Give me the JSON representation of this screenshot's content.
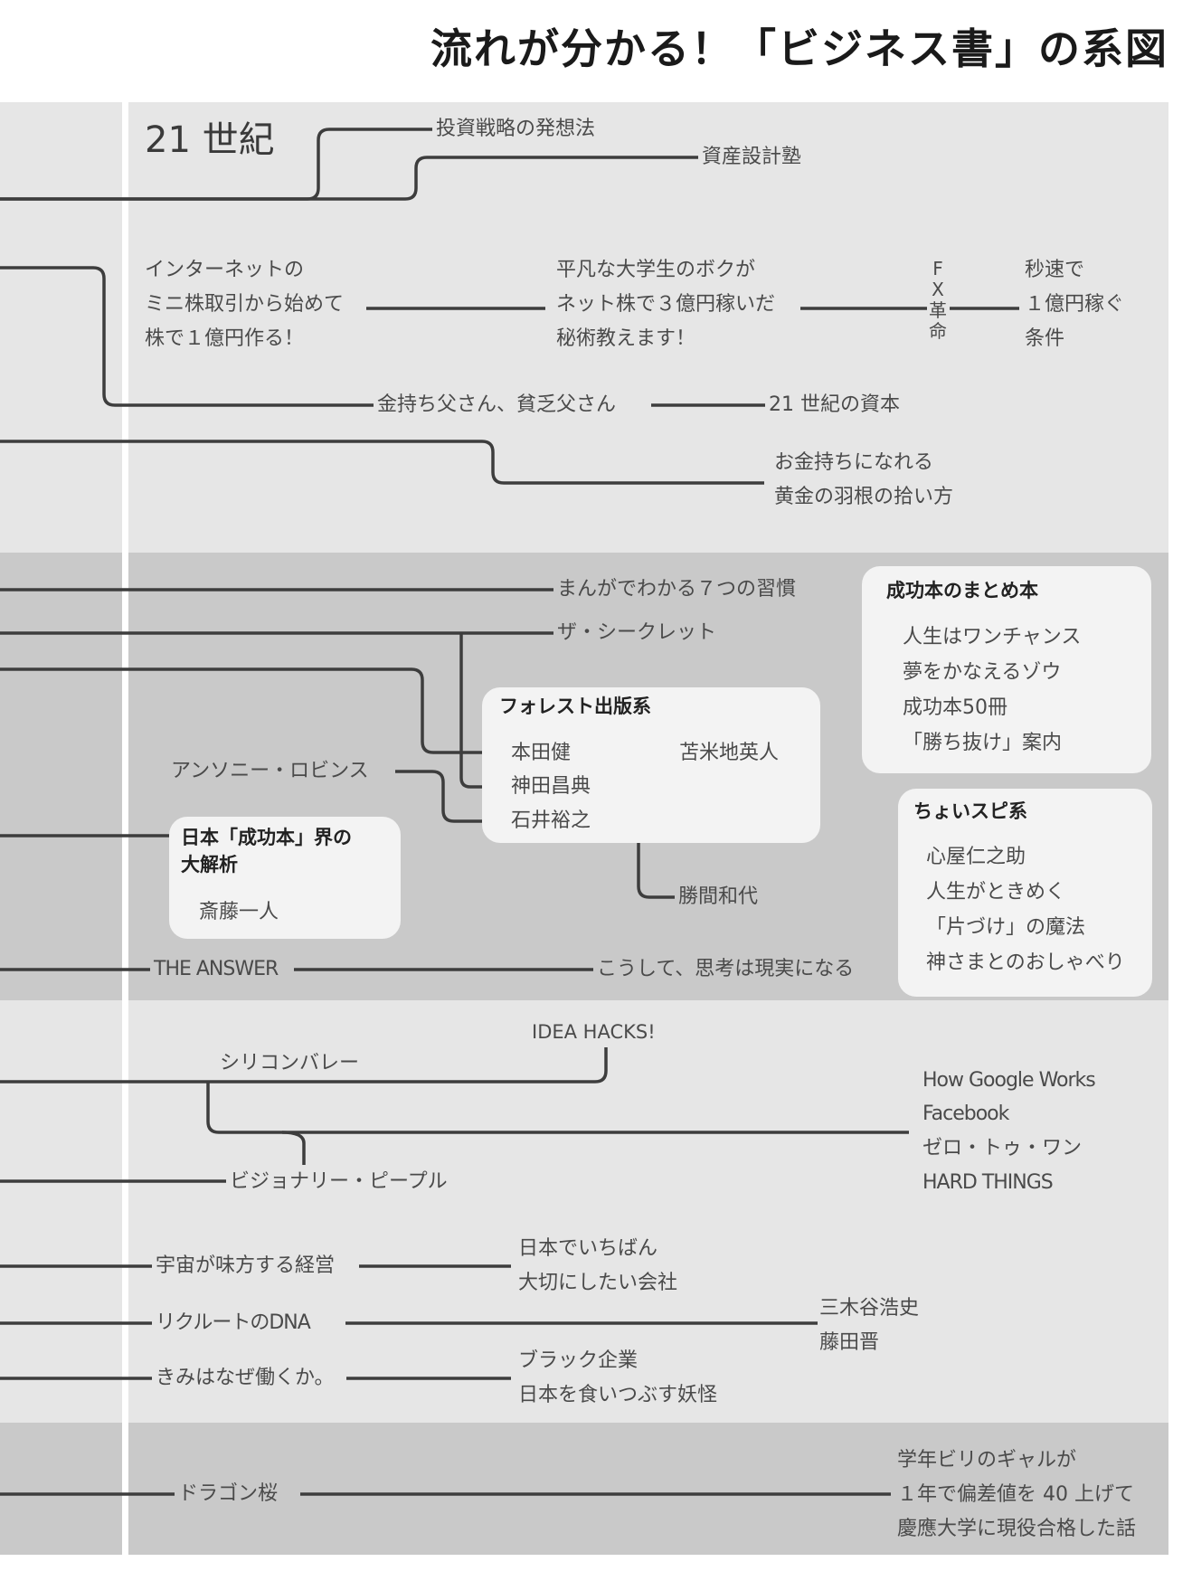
{
  "title": "流れが分かる！「ビジネス書」の系図",
  "century_label": "21 世紀",
  "labels": {
    "toushi": "投資戦略の発想法",
    "shisan": "資産設計塾",
    "internet_1": "インターネットの",
    "internet_2": "ミニ株取引から始めて",
    "internet_3": "株で１億円作る！",
    "heibon_1": "平凡な大学生のボクが",
    "heibon_2": "ネット株で３億円稼いだ",
    "heibon_3": "秘術教えます！",
    "fx_kakumei": "FX革命",
    "byousoku_1": "秒速で",
    "byousoku_2": "１億円稼ぐ",
    "byousoku_3": "条件",
    "kanemochi": "金持ち父さん、貧乏父さん",
    "shihon": "21 世紀の資本",
    "okane_1": "お金持ちになれる",
    "okane_2": "黄金の羽根の拾い方",
    "manga": "まんがでわかる７つの習慣",
    "secret": "ザ・シークレット",
    "robbins": "アンソニー・ロビンス",
    "katsuma": "勝間和代",
    "answer": "THE ANSWER",
    "koushite": "こうして、思考は現実になる",
    "idea": "IDEA HACKS!",
    "silicon": "シリコンバレー",
    "visionary": "ビジョナリー・ピープル",
    "uchuu": "宇宙が味方する経営",
    "nihon_1": "日本でいちばん",
    "nihon_2": "大切にしたい会社",
    "recruit": "リクルートのDNA",
    "mikitani_1": "三木谷浩史",
    "mikitani_2": "藤田晋",
    "kimi": "きみはなぜ働くか。",
    "black_1": "ブラック企業",
    "black_2": "日本を食いつぶす妖怪",
    "dragon": "ドラゴン桜",
    "gal_1": "学年ビリのギャルが",
    "gal_2": "１年で偏差値を 40 上げて",
    "gal_3": "慶應大学に現役合格した話"
  },
  "boxes": {
    "forest": {
      "title": "フォレスト出版系",
      "items": [
        "本田健",
        "苫米地英人",
        "神田昌典",
        "石井裕之"
      ]
    },
    "seikou_matome": {
      "title": "成功本のまとめ本",
      "items": [
        "人生はワンチャンス",
        "夢をかなえるゾウ",
        "成功本50冊",
        "「勝ち抜け」案内"
      ]
    },
    "choi_supi": {
      "title": "ちょいスピ系",
      "items": [
        "心屋仁之助",
        "人生がときめく",
        "「片づけ」の魔法",
        "神さまとのおしゃべり"
      ]
    },
    "daibunseki": {
      "title_1": "日本「成功本」界の",
      "title_2": "大解析",
      "item": "斎藤一人"
    }
  },
  "tech_list": [
    "How Google Works",
    "Facebook",
    "ゼロ・トゥ・ワン",
    "HARD THINGS"
  ],
  "colors": {
    "band_light": "#e6e6e6",
    "band_dark": "#c9c9c9",
    "box_bg": "#f3f3f3",
    "line": "#3d3d3d"
  }
}
